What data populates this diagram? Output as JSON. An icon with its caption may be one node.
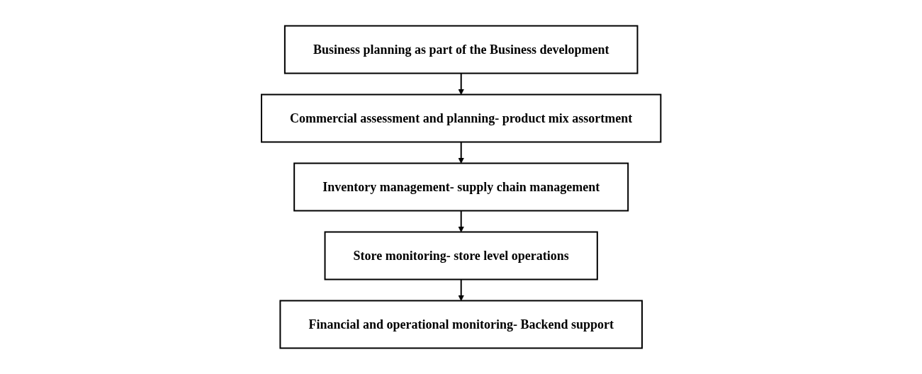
{
  "diagram": {
    "nodes": [
      {
        "text": [
          "Business planning as part of the Business development"
        ]
      },
      {
        "text": [
          "Commercial assessment and planning- product mix assortment"
        ]
      },
      {
        "text": [
          "Inventory management- supply chain management"
        ]
      },
      {
        "text": [
          "Store monitoring- store level operations"
        ]
      },
      {
        "text": [
          "Financial and operational monitoring- Backend support"
        ]
      }
    ],
    "edges": [
      {
        "from": 0,
        "to": 1,
        "arrow": "to"
      },
      {
        "from": 1,
        "to": 2,
        "arrow": "to"
      },
      {
        "from": 2,
        "to": 3,
        "arrow": "to"
      },
      {
        "from": 3,
        "to": 4,
        "arrow": "to"
      }
    ]
  }
}
